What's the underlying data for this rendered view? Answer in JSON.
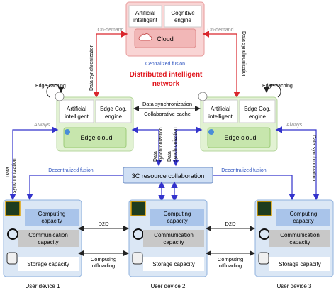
{
  "cloud": {
    "ai_label_1": "Artificial",
    "ai_label_2": "intelligent",
    "cog_label_1": "Cognitive",
    "cog_label_2": "engine",
    "cloud_label": "Cloud",
    "caption": "Centralized fusion"
  },
  "title": {
    "line1": "Distributed intelligent",
    "line2": "network"
  },
  "links": {
    "on_demand_left": "On-demand",
    "on_demand_right": "On-demand",
    "data_sync_left": "Data synchronization",
    "data_sync_right": "Data synchronization",
    "data_sync_middle": "Data synchronization",
    "collaborative_cache": "Collaborative cache",
    "edge_caching_left": "Edge-caching",
    "edge_caching_right": "Edge-caching",
    "always_left": "Always",
    "always_right": "Always",
    "data_sync_center_a": "Data",
    "data_sync_center_b": "synchronization",
    "data_sync_center2_a": "Data",
    "data_sync_center2_b": "synchronization",
    "data_sync_outer_left_1": "Data",
    "data_sync_outer_left_2": "synchronization",
    "data_sync_outer_right": "Data synchronization",
    "decentralized_left": "Decentralized fusion",
    "decentralized_right": "Decentralized fusion",
    "d2d_left": "D2D",
    "d2d_right": "D2D",
    "offload_left_1": "Computing",
    "offload_left_2": "offloading",
    "offload_right_1": "Computing",
    "offload_right_2": "offloading"
  },
  "edge": {
    "ai_1": "Artificial",
    "ai_2": "intelligent",
    "cog_1": "Edge Cog.",
    "cog_2": "engine",
    "cloud_label": "Edge cloud"
  },
  "center": {
    "label": "3C resource collaboration"
  },
  "device": {
    "computing_1": "Computing",
    "computing_2": "capacity",
    "comm_1": "Communication",
    "comm_2": "capacity",
    "storage": "Storage capacity"
  },
  "devices": [
    "User device 1",
    "User device 2",
    "User device 3"
  ],
  "colors": {
    "cloud_fill": "#f9d5d5",
    "edge_fill": "#e2f2d3",
    "device_fill": "#dbe7f5",
    "blue_arrow": "#3333cc",
    "red_arrow": "#d9262c",
    "title_red": "#e0141b",
    "caption_blue": "#2f55c0"
  }
}
